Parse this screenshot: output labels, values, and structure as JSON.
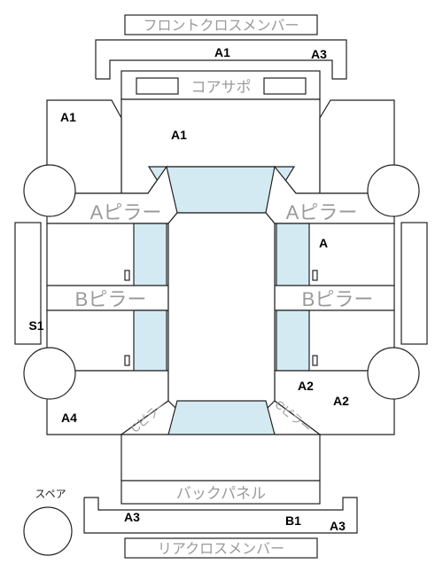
{
  "parts": {
    "front_cross_member": "フロントクロスメンバー",
    "core_support": "コアサポ",
    "a_pillar_left": "Aピラー",
    "a_pillar_right": "Aピラー",
    "b_pillar_left": "Bピラー",
    "b_pillar_right": "Bピラー",
    "c_pillar_left": "Cピラー",
    "c_pillar_right": "Cピラー",
    "back_panel": "バックパネル",
    "rear_cross_member": "リアクロスメンバー",
    "spare": "スペア"
  },
  "codes": {
    "front_member_left": "A1",
    "front_member_right": "A3",
    "front_left_fender": "A1",
    "hood": "A1",
    "front_right_door": "A",
    "left_sill": "S1",
    "right_rear_door": "A2",
    "rear_right_quarter": "A2",
    "rear_left_quarter": "A4",
    "rear_member_left": "A3",
    "rear_member_center": "B1",
    "rear_member_right": "A3"
  },
  "colors": {
    "glass": "#d4eaf2",
    "line": "#222222",
    "label_gray": "#9a9a9a"
  }
}
